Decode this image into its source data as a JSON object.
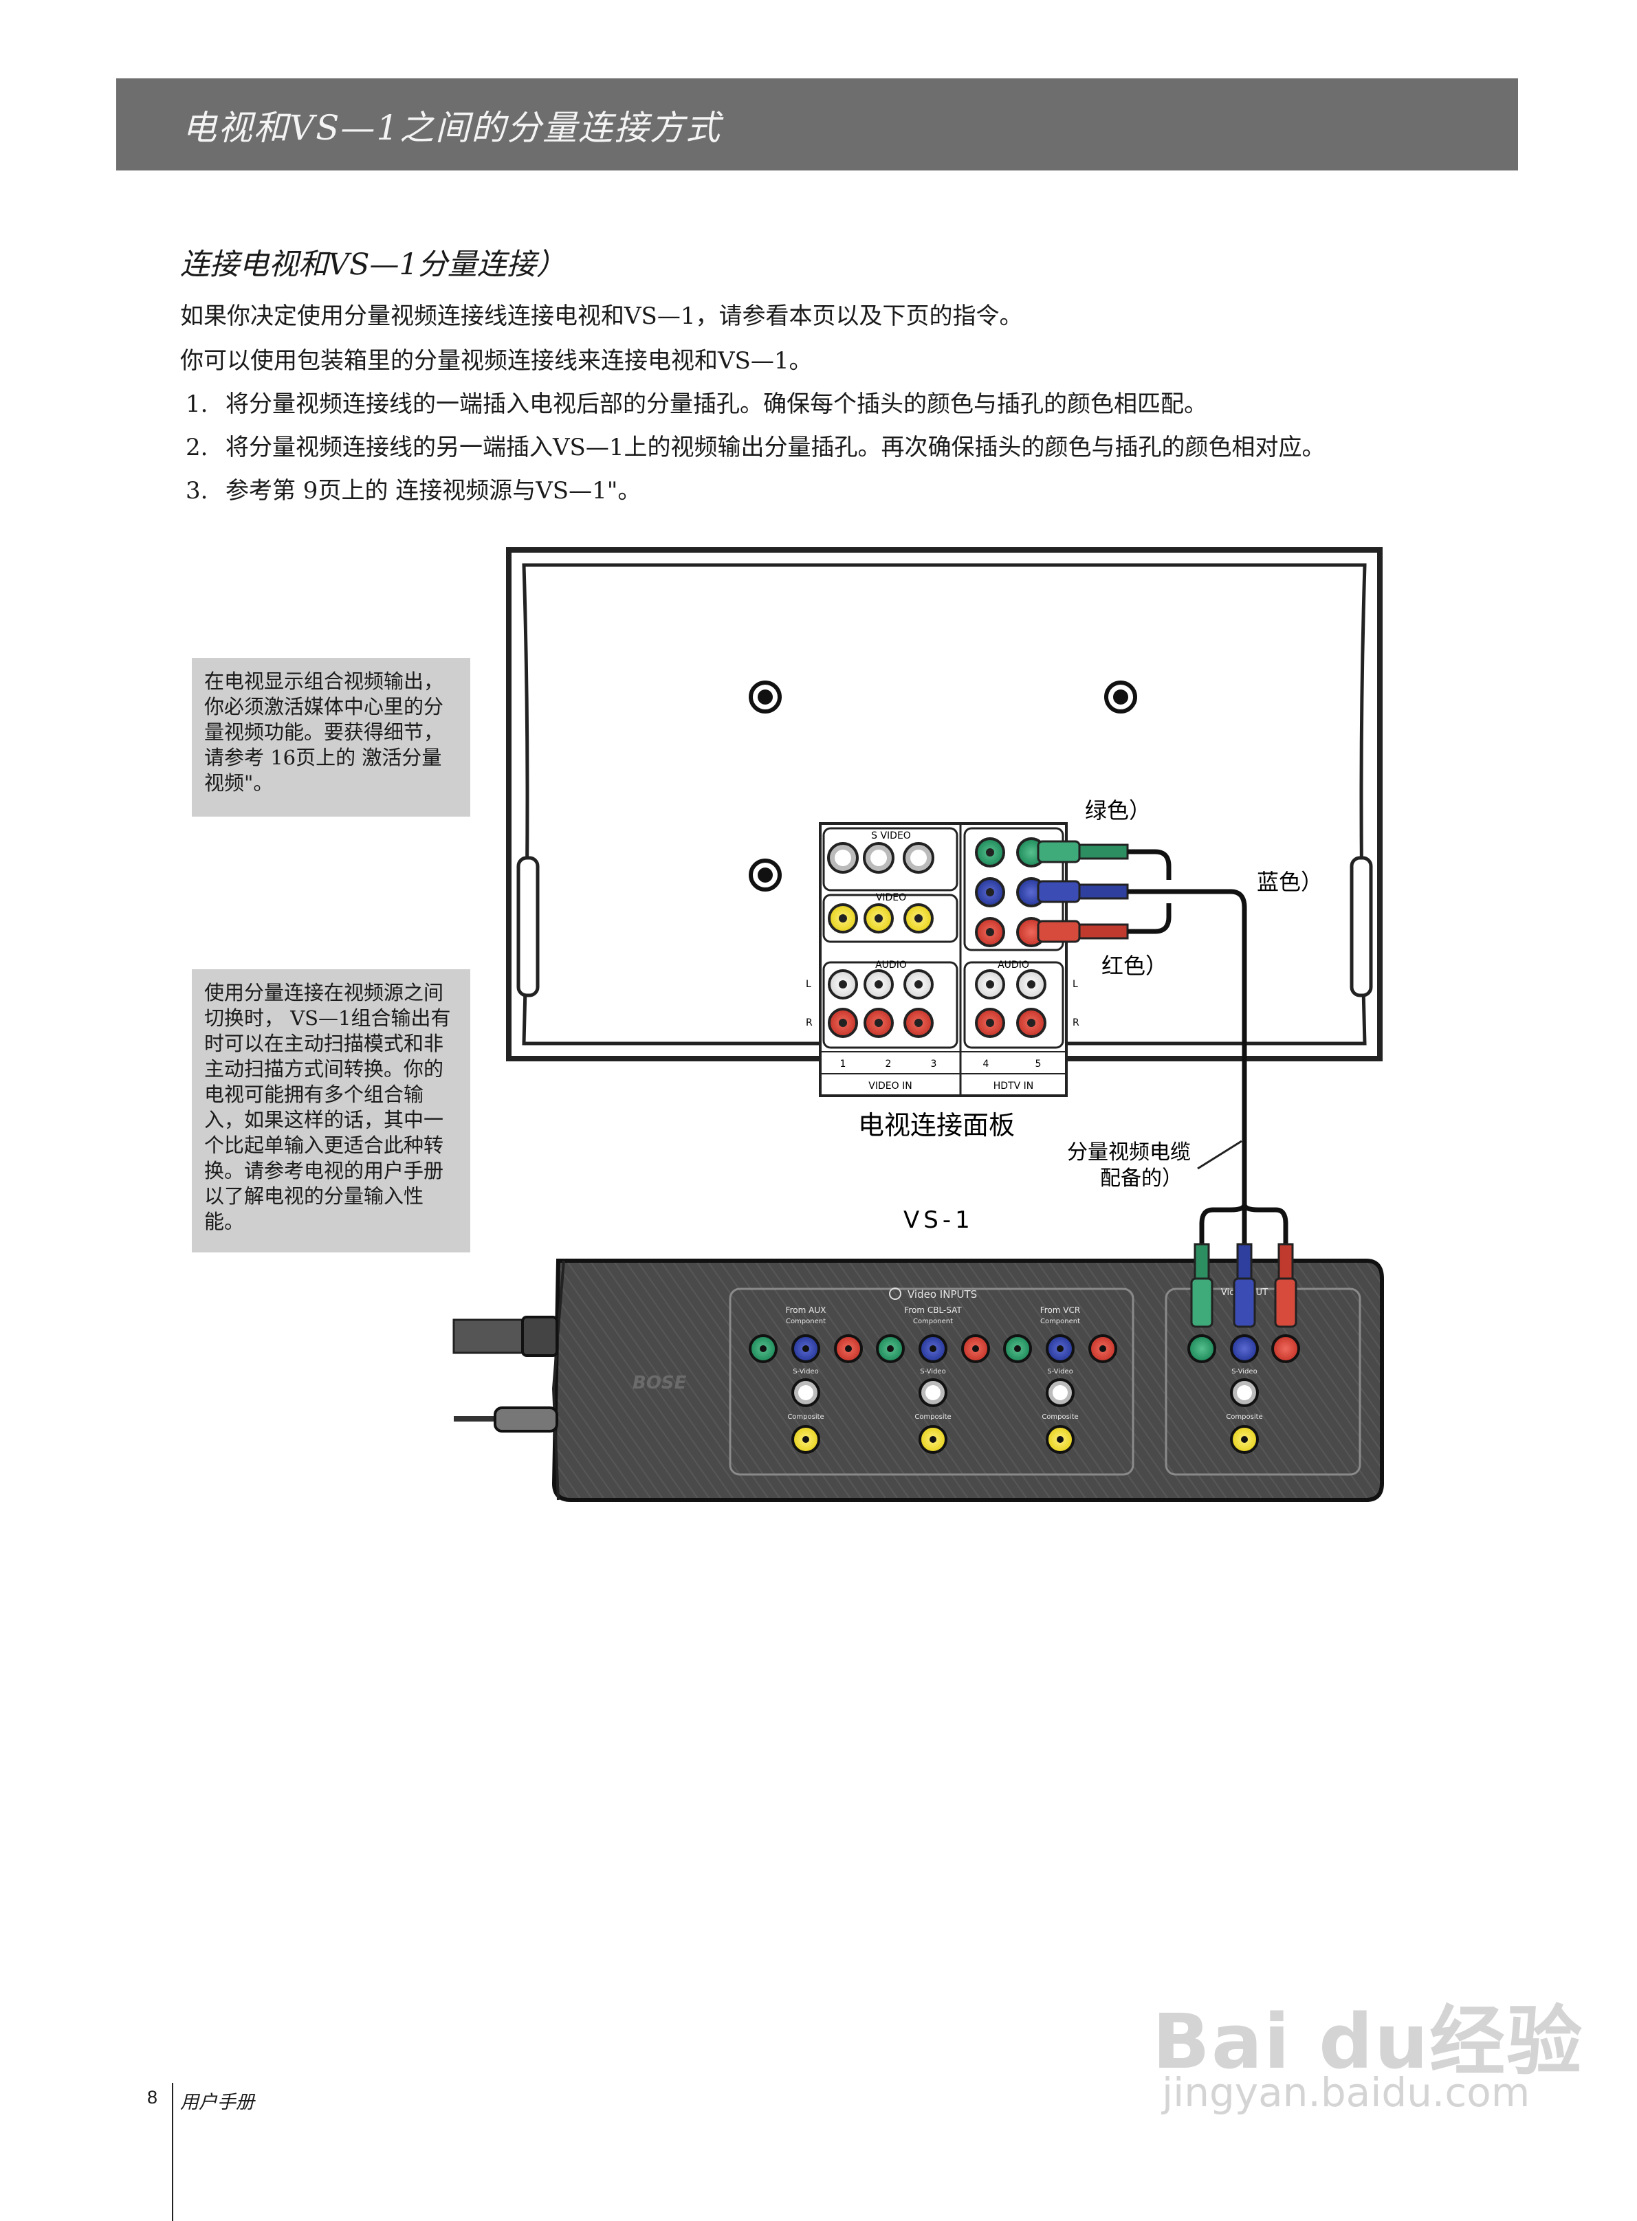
{
  "header": {
    "title": "电视和VS—1之间的分量连接方式"
  },
  "section": {
    "subtitle": "连接电视和VS—1分量连接）",
    "para1": "如果你决定使用分量视频连接线连接电视和VS—1，请参看本页以及下页的指令。",
    "para2": "你可以使用包装箱里的分量视频连接线来连接电视和VS—1。",
    "steps": [
      {
        "num": "1.",
        "text": "将分量视频连接线的一端插入电视后部的分量插孔。确保每个插头的颜色与插孔的颜色相匹配。"
      },
      {
        "num": "2.",
        "text": "将分量视频连接线的另一端插入VS—1上的视频输出分量插孔。再次确保插头的颜色与插孔的颜色相对应。"
      },
      {
        "num": "3.",
        "text": "参考第 9页上的 连接视频源与VS—1\"。"
      }
    ]
  },
  "notes": {
    "note1": "在电视显示组合视频输出，你必须激活媒体中心里的分量视频功能。要获得细节，请参考 16页上的 激活分量视频\"。",
    "note2": "使用分量连接在视频源之间切换时， VS—1组合输出有时可以在主动扫描模式和非主动扫描方式间转换。你的电视可能拥有多个组合输入，如果这样的话，其中一个比起单输入更适合此种转换。请参考电视的用户手册以了解电视的分量输入性能。"
  },
  "diagram": {
    "label_green": "绿色）",
    "label_blue": "蓝色）",
    "label_red": "红色）",
    "tv_panel_caption": "电视连接面板",
    "cable_caption_line1": "分量视频电缆",
    "cable_caption_line2": "配备的）",
    "vs1_label": "VS-1",
    "tv_panel": {
      "s_video": "S VIDEO",
      "video": "VIDEO",
      "audio_left": "AUDIO",
      "audio_right": "AUDIO",
      "l": "L",
      "r": "R",
      "n1": "1",
      "n2": "2",
      "n3": "3",
      "n4": "4",
      "n5": "5",
      "video_in": "VIDEO IN",
      "hdtv_in": "HDTV IN"
    },
    "vs1": {
      "brand": "BOSE",
      "video_inputs": "Video INPUTS",
      "from_aux": "From AUX",
      "from_cbl": "From CBL-SAT",
      "from_vcr": "From VCR",
      "component": "Component",
      "svideo": "S-Video",
      "composite": "Composite",
      "video_out": "Video OUT"
    },
    "colors": {
      "green": "#1e8a5a",
      "blue": "#27389a",
      "red": "#c8352a",
      "yellow": "#e7d21d"
    }
  },
  "footer": {
    "page": "8",
    "text": "用户手册"
  },
  "watermark": {
    "line1": "Bai du经验",
    "line2": "jingyan.baidu.com"
  }
}
